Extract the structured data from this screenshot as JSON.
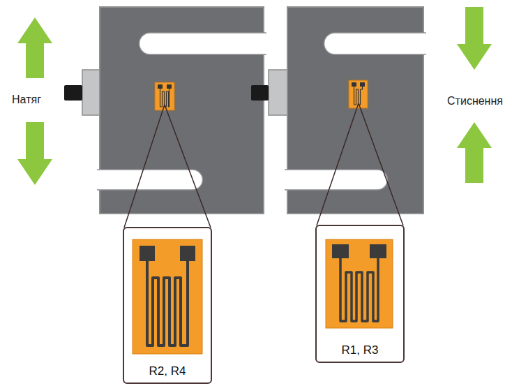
{
  "diagram": {
    "nodes": [
      {
        "text": [
          "R2, R4"
        ]
      },
      {
        "text": [
          "R1, R3"
        ]
      }
    ],
    "labels": [
      "Натяг",
      "Стиснення"
    ]
  }
}
